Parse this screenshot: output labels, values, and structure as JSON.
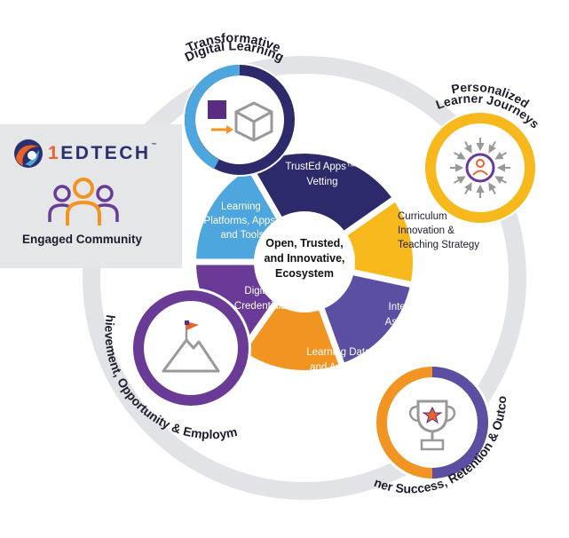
{
  "brand": {
    "logo_prefix": "1",
    "logo_name": "EDTECH",
    "logo_mark": "™",
    "community_label": "Engaged Community"
  },
  "center_label": [
    "Open, Trusted,",
    "and Innovative,",
    "Ecosystem"
  ],
  "segments": [
    {
      "id": "trusted-apps",
      "lines": [
        "TrustEd Apps™",
        "Vetting"
      ],
      "color": "#2d2a6b"
    },
    {
      "id": "curriculum",
      "lines": [
        "Curriculum",
        "Innovation &",
        "Teaching Strategy"
      ],
      "color": "#f7b81b"
    },
    {
      "id": "integrated-assessment",
      "lines": [
        "Integrated",
        "Assessment"
      ],
      "color": "#5b4fa3"
    },
    {
      "id": "learning-data",
      "lines": [
        "Learning Data",
        "and Analytics"
      ],
      "color": "#f29421"
    },
    {
      "id": "digital-credentials",
      "lines": [
        "Digital",
        "Credentials"
      ],
      "color": "#6a3a97"
    },
    {
      "id": "learning-platforms",
      "lines": [
        "Learning",
        "Platforms, Apps,",
        "and Tools"
      ],
      "color": "#4da6dd"
    }
  ],
  "outcomes": [
    {
      "id": "transformative",
      "title": [
        "Transformative",
        "Digital Learning"
      ],
      "icon": "cube-transform-icon"
    },
    {
      "id": "personalized",
      "title": [
        "Personalized",
        "Learner Journeys"
      ],
      "icon": "focused-learner-icon"
    },
    {
      "id": "achievement",
      "title": "Achievement, Opportunity & Employment",
      "icon": "mountain-flag-icon"
    },
    {
      "id": "success",
      "title": "Learner Success, Retention & Outcomes",
      "icon": "trophy-icon"
    }
  ],
  "colors": {
    "ring_gray": "#e2e3e6",
    "navy": "#2d2a6b",
    "sky": "#4da6dd",
    "gold": "#f7b81b",
    "purple": "#6a3a97",
    "indigo": "#5b4fa3",
    "orange": "#f29421",
    "logo_orange": "#e8632b",
    "text_dark": "#1c1c2c"
  }
}
